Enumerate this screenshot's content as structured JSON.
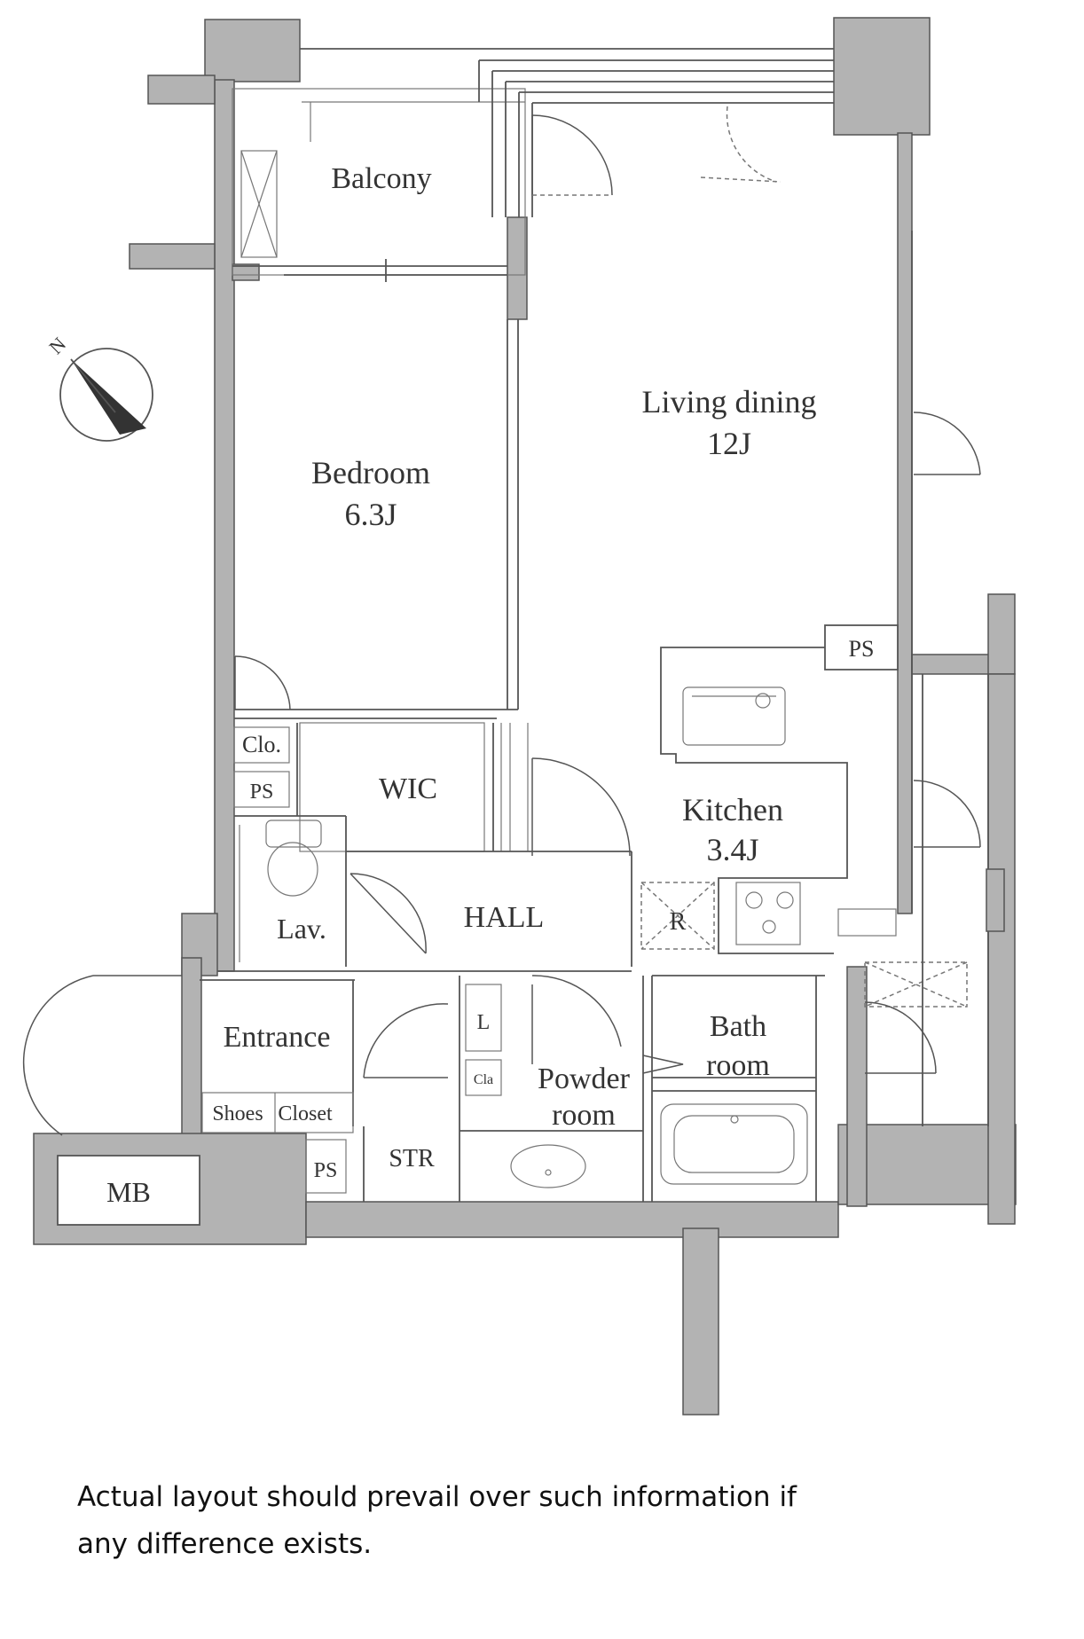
{
  "plan": {
    "rooms": {
      "balcony": "Balcony",
      "living_dining": "Living dining",
      "living_dining_size": "12J",
      "bedroom": "Bedroom",
      "bedroom_size": "6.3J",
      "kitchen": "Kitchen",
      "kitchen_size": "3.4J",
      "wic": "WIC",
      "hall": "HALL",
      "lav": "Lav.",
      "entrance": "Entrance",
      "bath_1": "Bath",
      "bath_2": "room",
      "powder_1": "Powder",
      "powder_2": "room",
      "str": "STR",
      "mb": "MB",
      "ps_kitchen": "PS",
      "ps_wic": "PS",
      "ps_str": "PS",
      "clo": "Clo.",
      "shoes": "Shoes",
      "closet": "Closet",
      "l": "L",
      "cla": "Cla",
      "r": "R"
    },
    "compass_letter": "N"
  },
  "note": {
    "line1": "Actual layout should prevail over such information if",
    "line2": "any difference exists."
  }
}
